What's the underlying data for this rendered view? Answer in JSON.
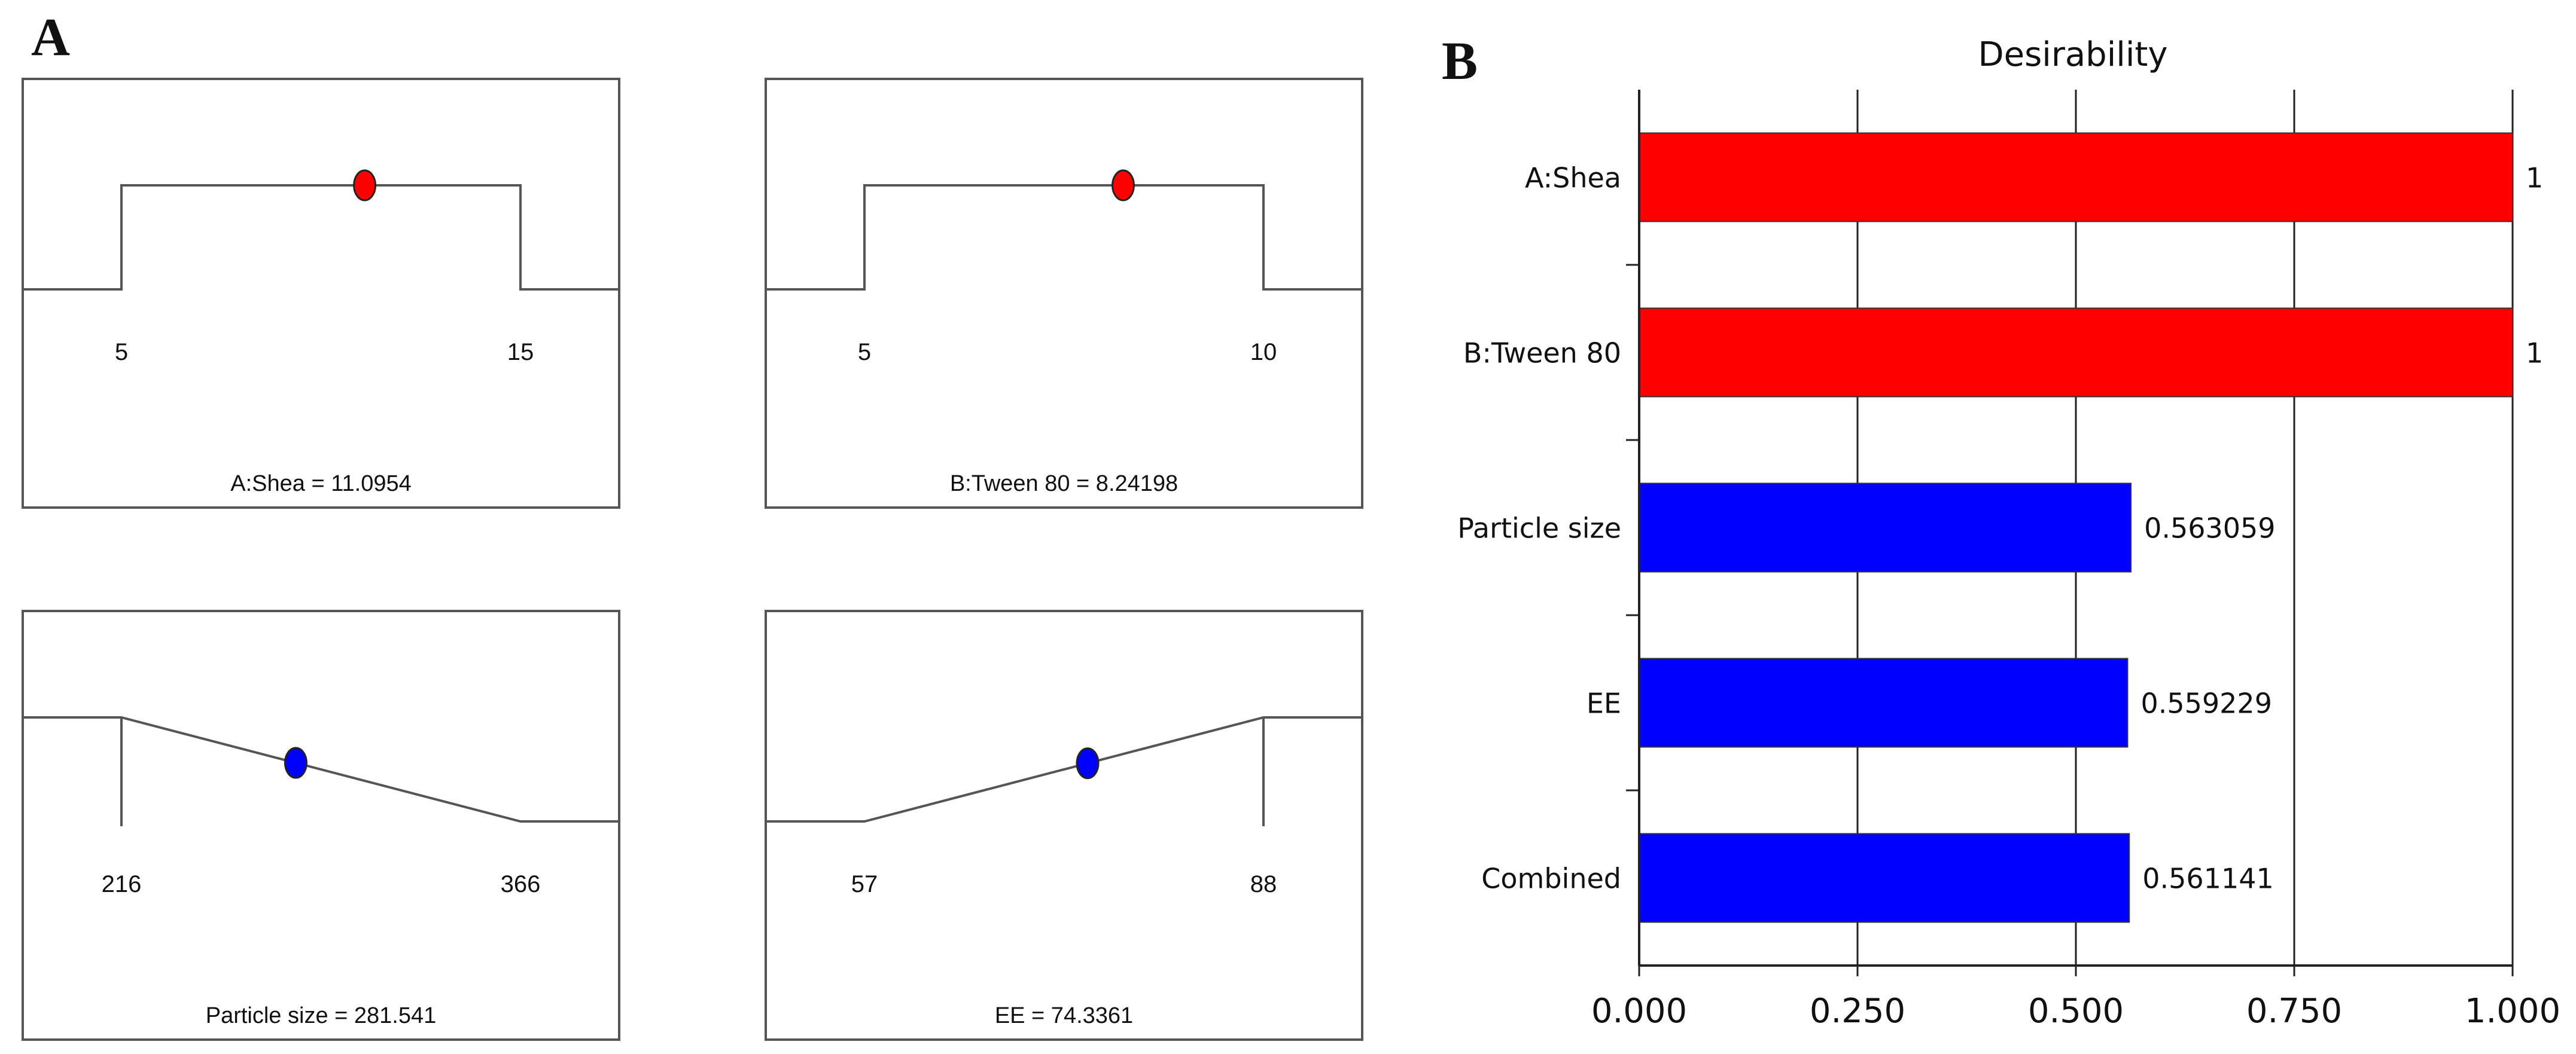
{
  "panel_labels": {
    "a": "A",
    "b": "B"
  },
  "colors": {
    "factor": "#ff0000",
    "response": "#0000ff",
    "bar_outline": "#333333",
    "line": "#555555",
    "frame": "#555555",
    "grid": "#222222",
    "text": "#111111"
  },
  "chart_data": [
    {
      "type": "line",
      "kind": "ramp",
      "title": "A:Shea = 11.0954",
      "name": "A:Shea",
      "value": 11.0954,
      "shape": "plateau",
      "low": 5,
      "high": 15,
      "low_label": "5",
      "high_label": "15",
      "point_color": "#ff0000"
    },
    {
      "type": "line",
      "kind": "ramp",
      "title": "B:Tween 80 = 8.24198",
      "name": "B:Tween 80",
      "value": 8.24198,
      "shape": "plateau",
      "low": 5,
      "high": 10,
      "low_label": "5",
      "high_label": "10",
      "point_color": "#ff0000"
    },
    {
      "type": "line",
      "kind": "ramp",
      "title": "Particle size = 281.541",
      "name": "Particle size",
      "value": 281.541,
      "shape": "minimize",
      "low": 216,
      "high": 366,
      "low_label": "216",
      "high_label": "366",
      "point_color": "#0000ff"
    },
    {
      "type": "line",
      "kind": "ramp",
      "title": "EE = 74.3361",
      "name": "EE",
      "value": 74.3361,
      "shape": "maximize",
      "low": 57,
      "high": 88,
      "low_label": "57",
      "high_label": "88",
      "point_color": "#0000ff"
    },
    {
      "type": "bar",
      "orientation": "horizontal",
      "title": "Desirability",
      "categories": [
        "A:Shea",
        "B:Tween 80",
        "Particle size",
        "EE",
        "Combined"
      ],
      "values": [
        1,
        1,
        0.563059,
        0.559229,
        0.561141
      ],
      "value_labels": [
        "1",
        "1",
        "0.563059",
        "0.559229",
        "0.561141"
      ],
      "bar_colors": [
        "#ff0000",
        "#ff0000",
        "#0000ff",
        "#0000ff",
        "#0000ff"
      ],
      "xlim": [
        0,
        1
      ],
      "xticks": [
        0,
        0.25,
        0.5,
        0.75,
        1
      ],
      "xtick_labels": [
        "0.000",
        "0.250",
        "0.500",
        "0.750",
        "1.000"
      ],
      "grid": true
    }
  ]
}
